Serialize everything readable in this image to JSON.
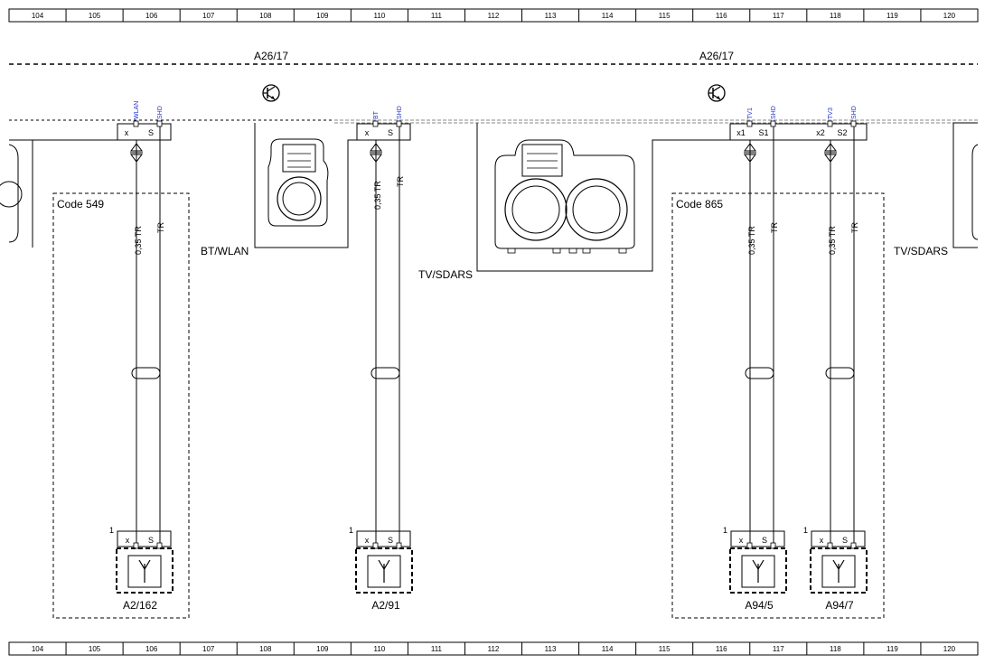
{
  "ruler": [
    "104",
    "105",
    "106",
    "107",
    "108",
    "109",
    "110",
    "111",
    "112",
    "113",
    "114",
    "115",
    "116",
    "117",
    "118",
    "119",
    "120"
  ],
  "top_unit": {
    "label_left": "A26/17",
    "label_right": "A26/17"
  },
  "pins_top": {
    "wlan": "WLAN",
    "shd1": "SHD",
    "bt": "BT",
    "shd2": "SHD",
    "tv1": "TV1",
    "shd3": "SHD",
    "tv3": "TV3",
    "shd4": "SHD"
  },
  "terminals": {
    "x": "x",
    "s": "S",
    "x1": "x1",
    "s1": "S1",
    "x2": "x2",
    "s2": "S2"
  },
  "wires": {
    "coax": "0,35 TR",
    "shield": "TR"
  },
  "connectors": {
    "bt_wlan": "BT/WLAN",
    "tv_sdars": "TV/SDARS",
    "tv_sdars_right": "TV/SDARS"
  },
  "codes": {
    "left": "Code 549",
    "right": "Code 865"
  },
  "pin_one": "1",
  "antennas": {
    "a2_162": "A2/162",
    "a2_91": "A2/91",
    "a94_5": "A94/5",
    "a94_7": "A94/7"
  }
}
